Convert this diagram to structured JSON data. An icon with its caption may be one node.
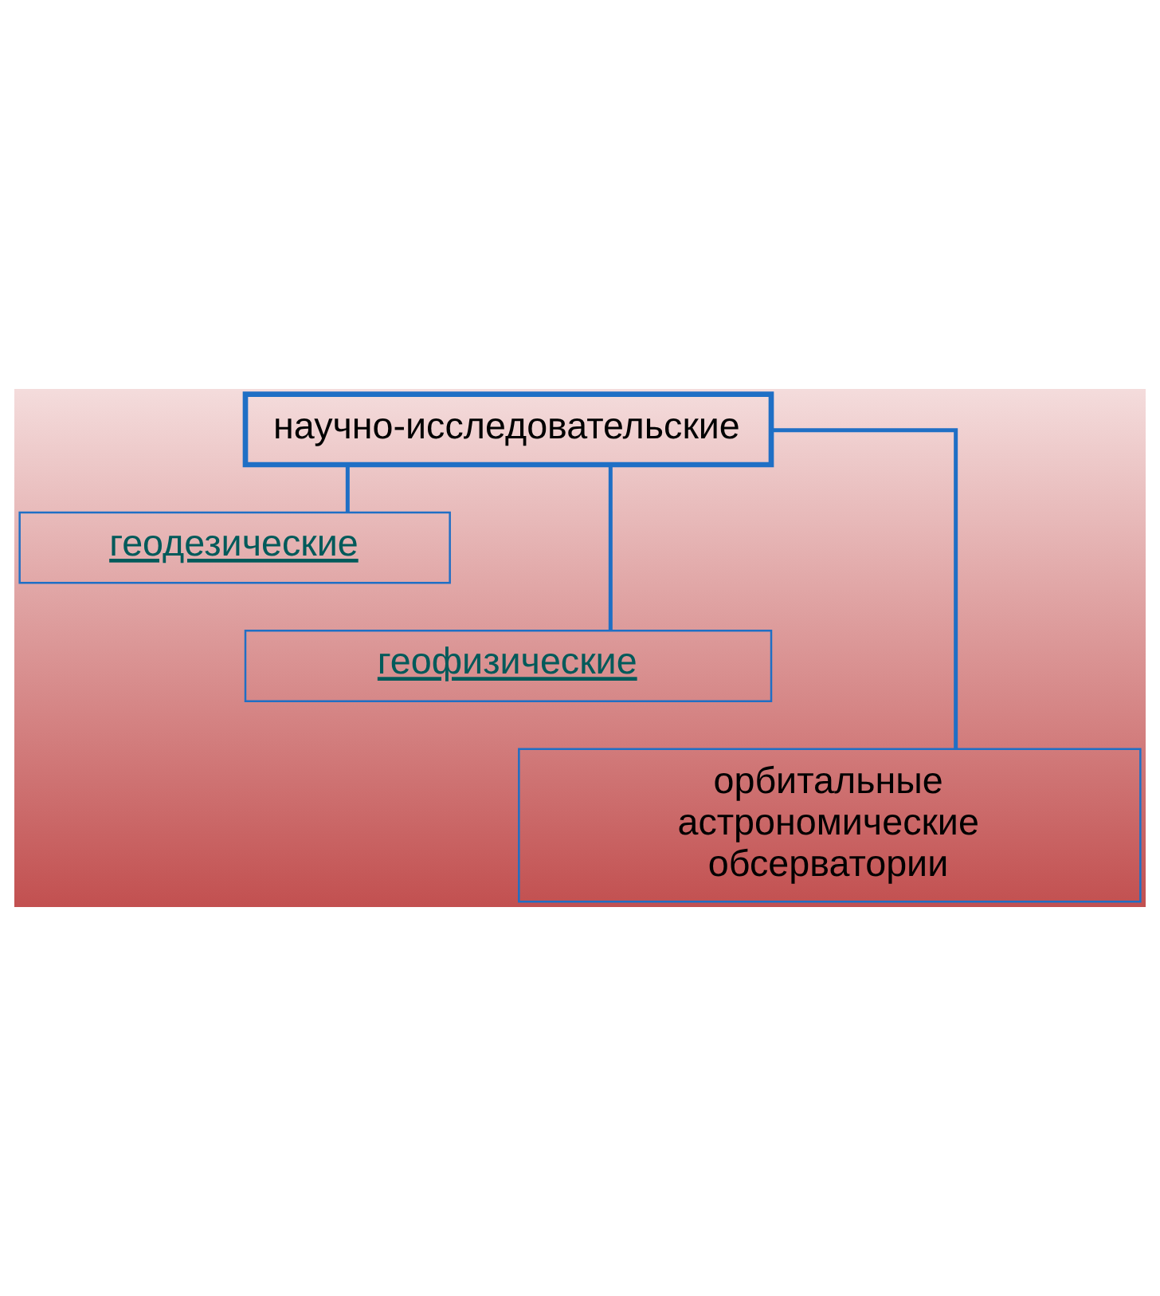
{
  "diagram": {
    "nodes": [
      {
        "text": [
          "научно-исследовательские"
        ]
      },
      {
        "text": [
          "геодезические"
        ]
      },
      {
        "text": [
          "геофизические"
        ]
      },
      {
        "text": [
          "орбитальные астрономические обсерватории"
        ]
      }
    ],
    "edges": [
      {
        "from": 0,
        "to": 1,
        "arrow": "none"
      },
      {
        "from": 0,
        "to": 2,
        "arrow": "none"
      },
      {
        "from": 0,
        "to": 3,
        "arrow": "none"
      }
    ]
  }
}
